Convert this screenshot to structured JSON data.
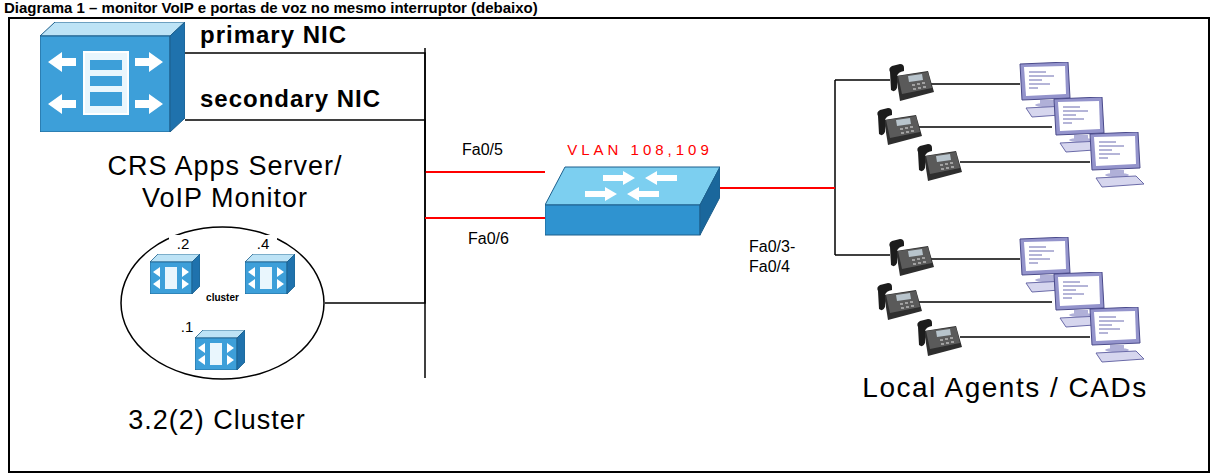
{
  "diagram": {
    "title": "Diagrama 1 – monitor VoIP e portas de voz no mesmo interruptor (debaixo)",
    "nodes": [
      {
        "text": [
          "CRS Apps Server/ VoIP Monitor"
        ]
      },
      {
        "text": [
          "cluster",
          "3.2(2) Cluster"
        ]
      },
      {
        "text": [
          ".2"
        ],
        "in": 1
      },
      {
        "text": [
          ".4"
        ],
        "in": 1
      },
      {
        "text": [
          ".1"
        ],
        "in": 1
      },
      {
        "text": [
          "VLAN 108,109"
        ]
      },
      {
        "text": [
          "Local Agents / CADs"
        ]
      }
    ],
    "edges": [
      {
        "from": 2,
        "to": 3,
        "arrow": "none"
      },
      {
        "from": 2,
        "to": 4,
        "arrow": "none"
      },
      {
        "from": 3,
        "to": 4,
        "arrow": "none"
      },
      {
        "from": 0,
        "to": 5,
        "label": "Fa0/5",
        "arrow": "none"
      },
      {
        "from": 0,
        "to": 5,
        "label": "Fa0/6",
        "arrow": "none"
      },
      {
        "from": 1,
        "to": 5,
        "arrow": "none"
      },
      {
        "from": 5,
        "to": 6,
        "label": "Fa0/3- Fa0/4",
        "arrow": "none"
      }
    ],
    "labels": [
      "primary NIC",
      "secondary NIC"
    ]
  }
}
